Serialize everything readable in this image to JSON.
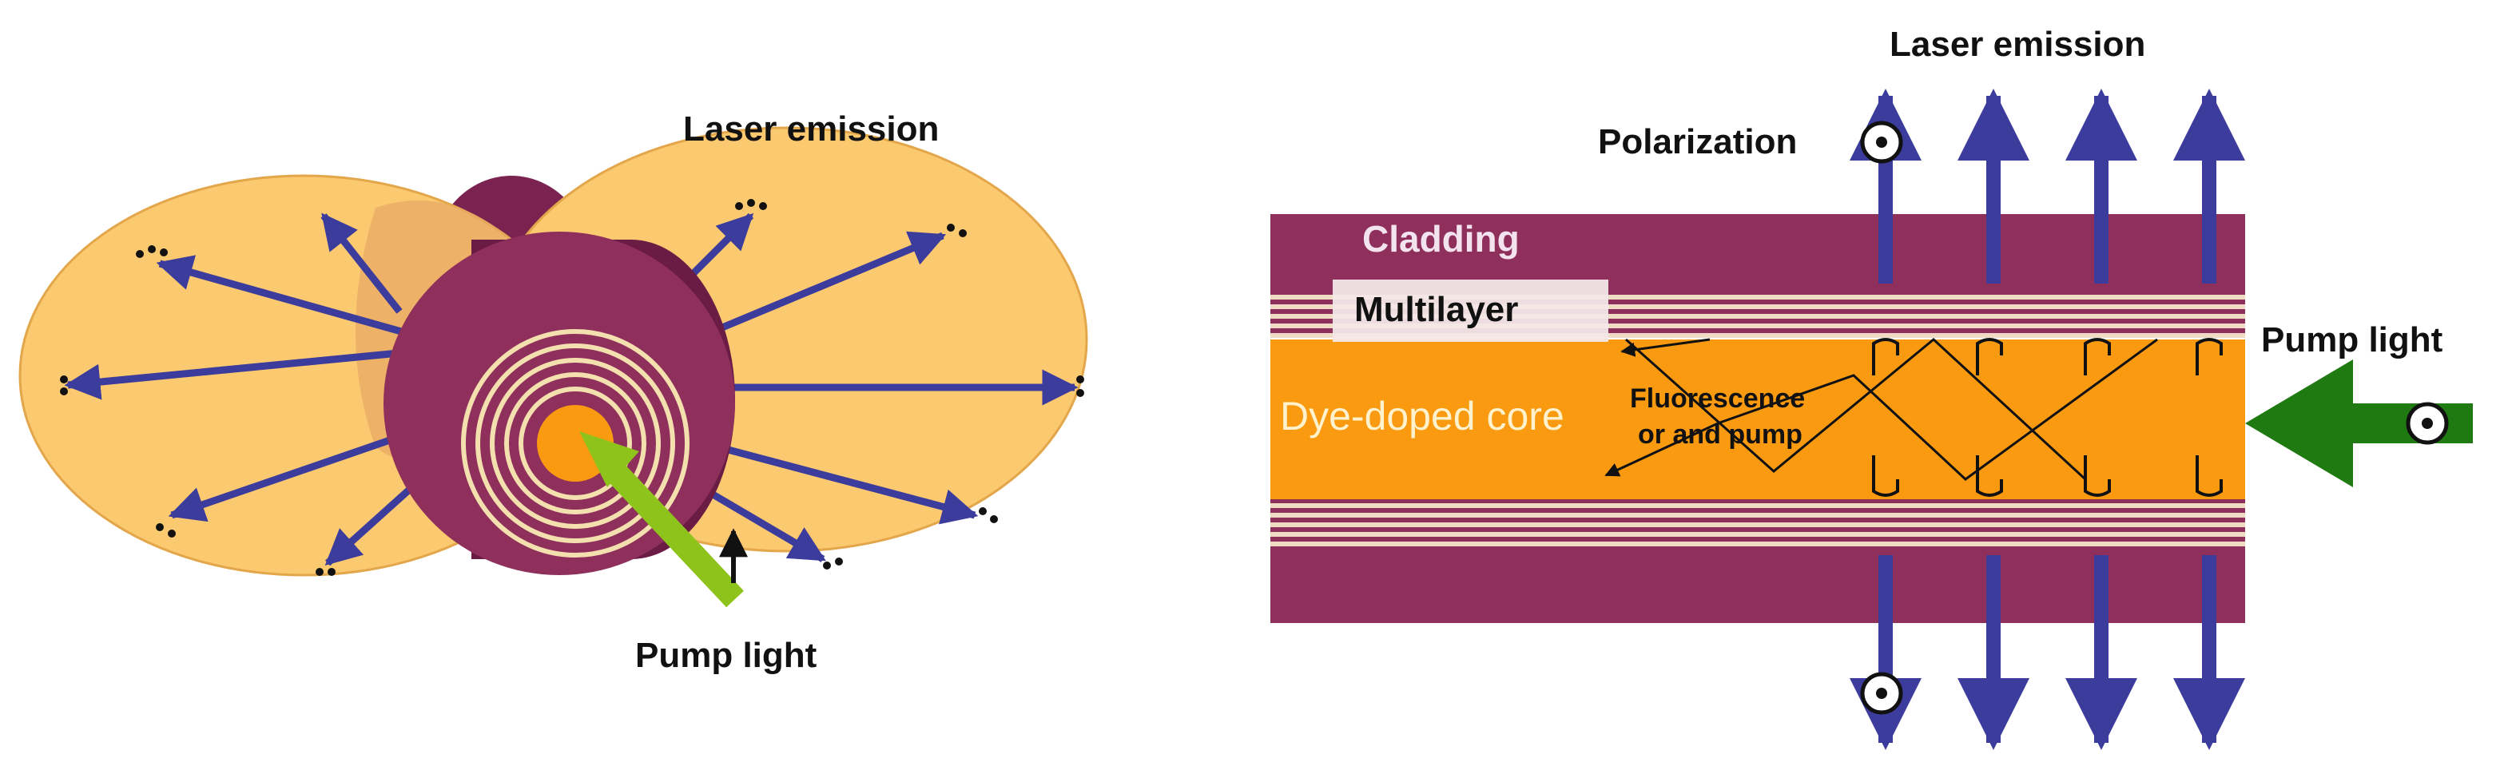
{
  "left_panel": {
    "laser_emission_label": "Laser emission",
    "pump_light_label": "Pump light"
  },
  "right_panel": {
    "laser_emission_label": "Laser emission",
    "polarization_label": "Polarization",
    "cladding_label": "Cladding",
    "multilayer_label": "Multilayer",
    "core_label": "Dye-doped core",
    "fluorescence_label_line1": "Fluorescence",
    "fluorescence_label_line2": "or and pump",
    "pump_light_label": "Pump light"
  },
  "colors": {
    "ellipse_fill": "#fbc970",
    "ellipse_shade": "#f0b054",
    "fiber_purple": "#8e2f5c",
    "fiber_dark": "#6a1c45",
    "core_orange": "#f99a10",
    "ring_cream": "#f4dfae",
    "arrow_blue": "#3c3c9c",
    "pump_green_left": "#8ec31c",
    "pump_green_right": "#1f7a12",
    "stripe_cream": "#f0dcc4"
  }
}
